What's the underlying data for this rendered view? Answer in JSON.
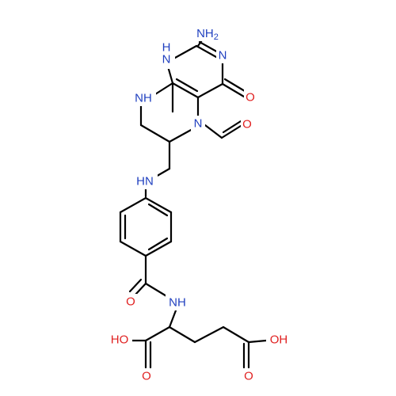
{
  "colors": {
    "bond": "#000000",
    "nitrogen": "#1f3fbf",
    "oxygen": "#e02020",
    "background": "#ffffff"
  },
  "atom_labels": {
    "nh2": "NH2",
    "n3": "N",
    "o4": "O",
    "n1h": "H\nN",
    "n8h": "NH",
    "n5": "N",
    "o_formyl": "O",
    "nh_linker": "HN",
    "o_amide": "O",
    "nh_amide": "NH",
    "oh_alpha": "HO",
    "o_alpha": "O",
    "oh_gamma": "OH",
    "o_gamma": "O"
  }
}
